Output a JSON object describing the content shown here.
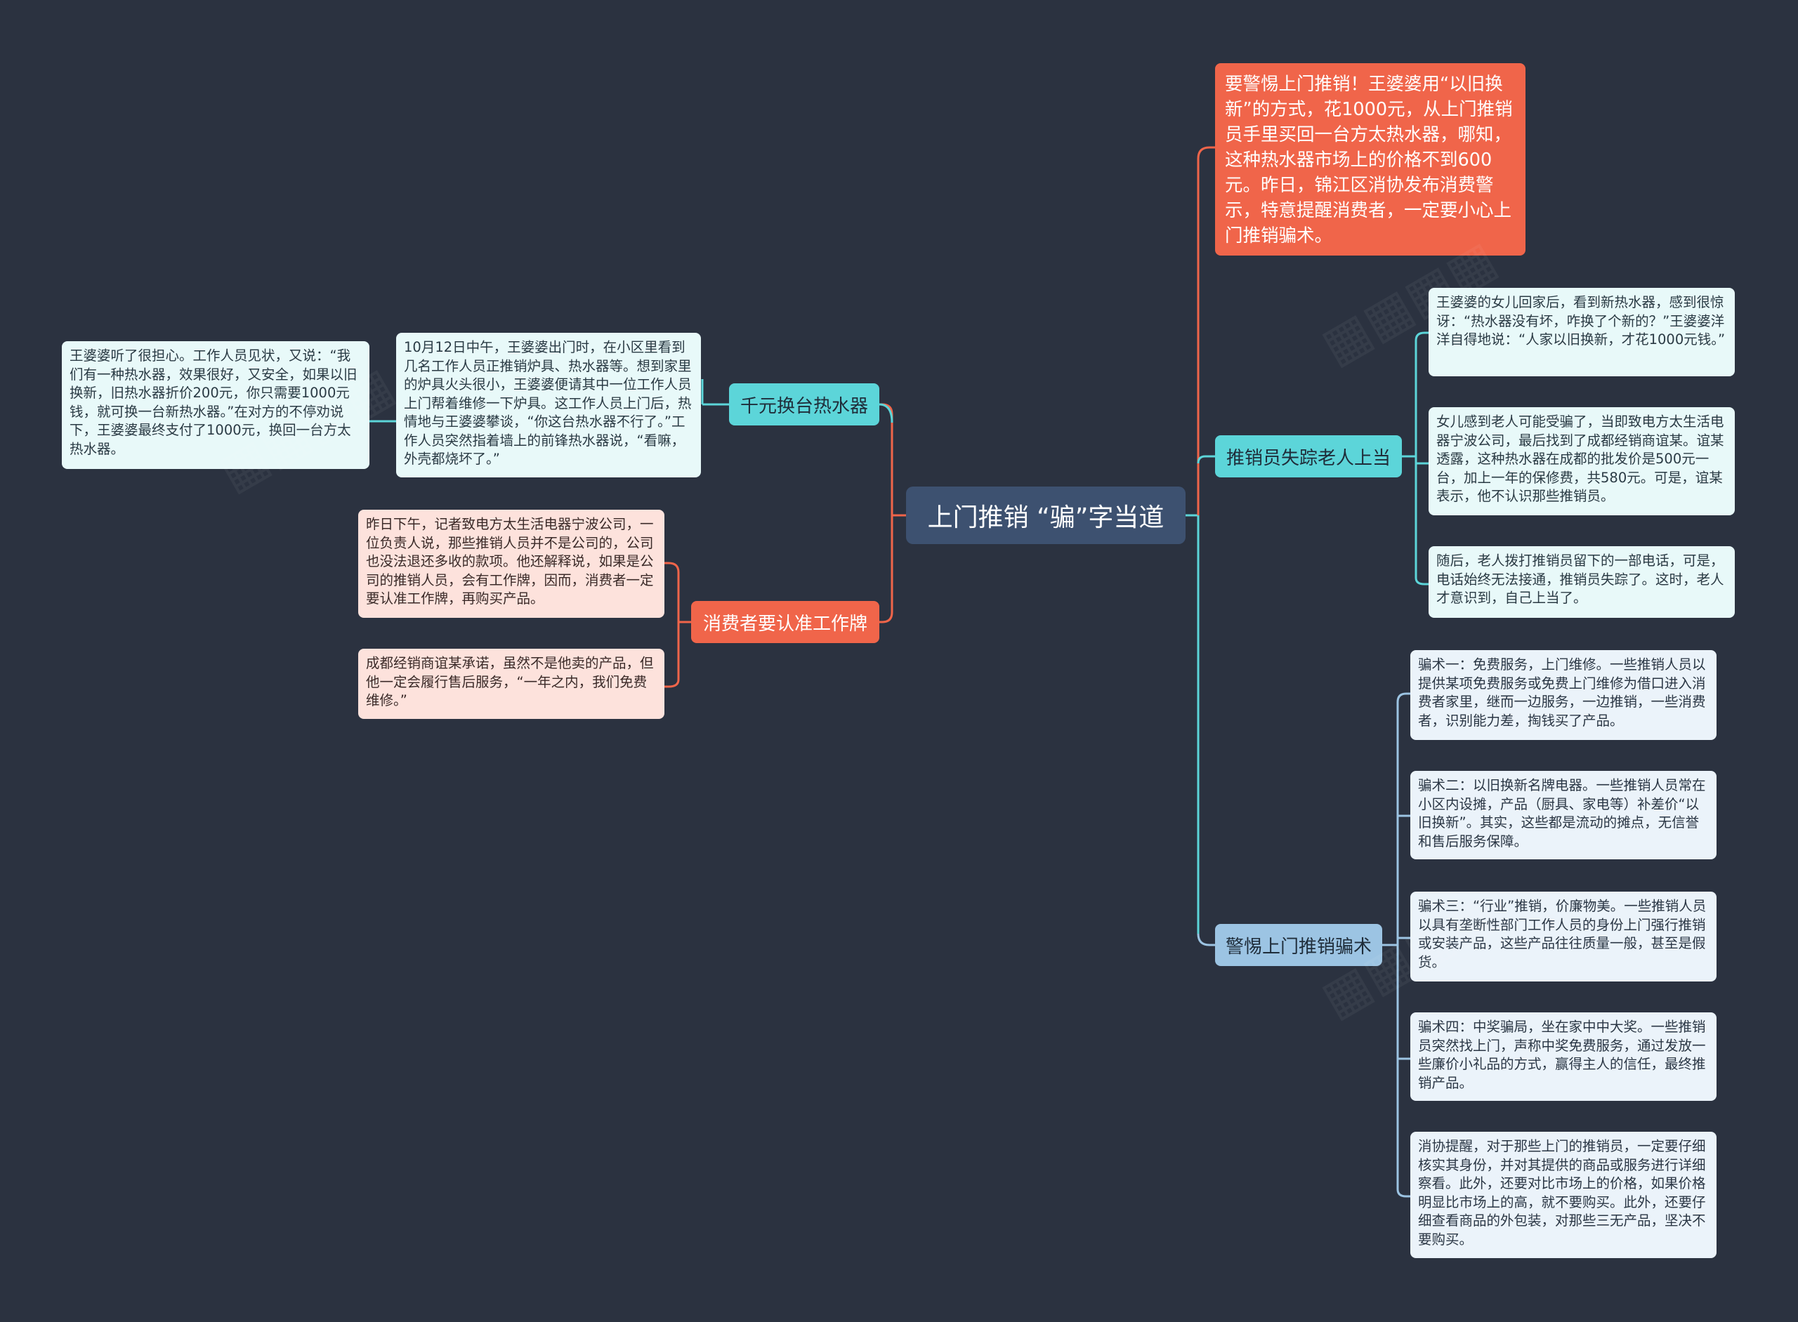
{
  "root": {
    "title": "上门推销 “骗”字当道"
  },
  "intro": {
    "text": "要警惕上门推销！王婆婆用“以旧换新”的方式，花1000元，从上门推销员手里买回一台方太热水器，哪知，这种热水器市场上的价格不到600元。昨日，锦江区消协发布消费警示，特意提醒消费者，一定要小心上门推销骗术。"
  },
  "branches": {
    "water_heater": {
      "label": "千元换台热水器",
      "leaf1": "10月12日中午，王婆婆出门时，在小区里看到几名工作人员正推销炉具、热水器等。想到家里的炉具火头很小，王婆婆便请其中一位工作人员上门帮着维修一下炉具。这工作人员上门后，热情地与王婆婆攀谈，“你这台热水器不行了。”工作人员突然指着墙上的前锋热水器说，“看嘛，外壳都烧坏了。”",
      "leaf2": "王婆婆听了很担心。工作人员见状，又说：“我们有一种热水器，效果很好，又安全，如果以旧换新，旧热水器折价200元，你只需要1000元钱，就可换一台新热水器。”在对方的不停劝说下，王婆婆最终支付了1000元，换回一台方太热水器。"
    },
    "badge": {
      "label": "消费者要认准工作牌",
      "leaf1": "昨日下午，记者致电方太生活电器宁波公司，一位负责人说，那些推销人员并不是公司的，公司也没法退还多收的款项。他还解释说，如果是公司的推销人员，会有工作牌，因而，消费者一定要认准工作牌，再购买产品。",
      "leaf2": "成都经销商谊某承诺，虽然不是他卖的产品，但他一定会履行售后服务，“一年之内，我们免费维修。”"
    },
    "missing": {
      "label": "推销员失踪老人上当",
      "leaf1": "王婆婆的女儿回家后，看到新热水器，感到很惊讶：“热水器没有坏，咋换了个新的？”王婆婆洋洋自得地说：“人家以旧换新，才花1000元钱。”",
      "leaf2": "女儿感到老人可能受骗了，当即致电方太生活电器宁波公司，最后找到了成都经销商谊某。谊某透露，这种热水器在成都的批发价是500元一台，加上一年的保修费，共580元。可是，谊某表示，他不认识那些推销员。",
      "leaf3": "随后，老人拨打推销员留下的一部电话，可是，电话始终无法接通，推销员失踪了。这时，老人才意识到，自己上当了。"
    },
    "tricks": {
      "label": "警惕上门推销骗术",
      "leaf1": "骗术一：免费服务，上门维修。一些推销人员以提供某项免费服务或免费上门维修为借口进入消费者家里，继而一边服务，一边推销，一些消费者，识别能力差，掏钱买了产品。",
      "leaf2": "骗术二：以旧换新名牌电器。一些推销人员常在小区内设摊，产品（厨具、家电等）补差价“以旧换新”。其实，这些都是流动的摊点，无信誉和售后服务保障。",
      "leaf3": "骗术三：“行业”推销，价廉物美。一些推销人员以具有垄断性部门工作人员的身份上门强行推销或安装产品，这些产品往往质量一般，甚至是假货。",
      "leaf4": "骗术四：中奖骗局，坐在家中中大奖。一些推销员突然找上门，声称中奖免费服务，通过发放一些廉价小礼品的方式，赢得主人的信任，最终推销产品。",
      "leaf5": "消协提醒，对于那些上门的推销员，一定要仔细核实其身份，并对其提供的商品或服务进行详细察看。此外，还要对比市场上的价格，如果价格明显比市场上的高，就不要购买。此外，还要仔细查看商品的外包装，对那些三无产品，坚决不要购买。"
    }
  },
  "colors": {
    "background": "#2b3240",
    "root": "#3d5170",
    "teal": "#5cd5d9",
    "orange": "#f0654a",
    "blue": "#9cc4e3"
  }
}
